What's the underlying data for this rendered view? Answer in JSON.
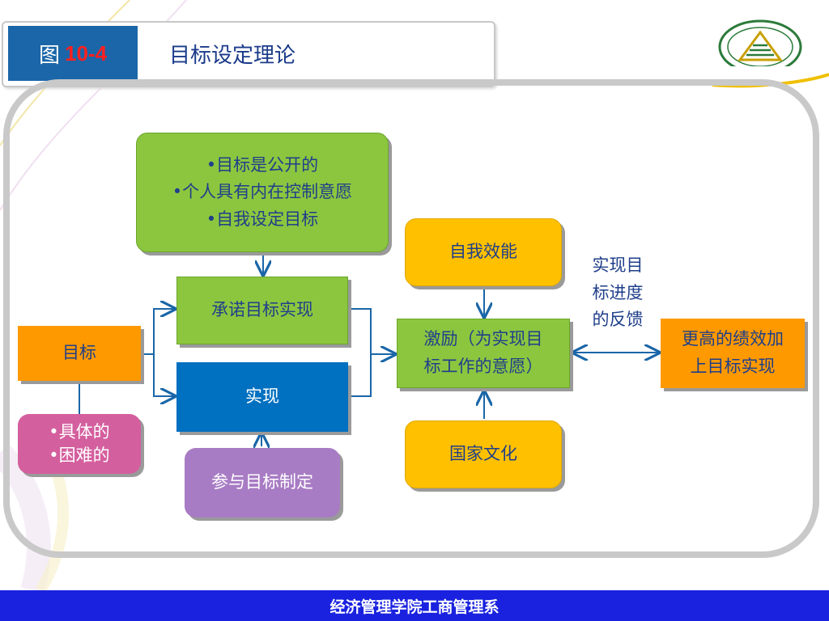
{
  "title": {
    "prefix": "图",
    "number": "10-4",
    "text": "目标设定理论"
  },
  "boxes": {
    "public_goal": [
      "•目标是公开的",
      "•个人具有内在控制意愿",
      "•自我设定目标"
    ],
    "commitment": "承诺目标实现",
    "achievement": "实现",
    "goal": "目标",
    "goal_traits": [
      "•具体的",
      "•困难的"
    ],
    "participation": "参与目标制定",
    "self_efficacy": "自我效能",
    "motivation": [
      "激励（为实现目",
      "标工作的意愿）"
    ],
    "national_culture": "国家文化",
    "higher_performance": [
      "更高的绩效加",
      "上目标实现"
    ]
  },
  "feedback": [
    "实现目",
    "标进度",
    "的反馈"
  ],
  "footer": "经济管理学院工商管理系",
  "colors": {
    "green": "#8cc63f",
    "yellow": "#ffc000",
    "orange": "#ff9900",
    "blue": "#0070c0",
    "pink": "#d45f9e",
    "purple": "#a87cc4",
    "arrow": "#1a66a8",
    "footer": "#1a22e0"
  }
}
